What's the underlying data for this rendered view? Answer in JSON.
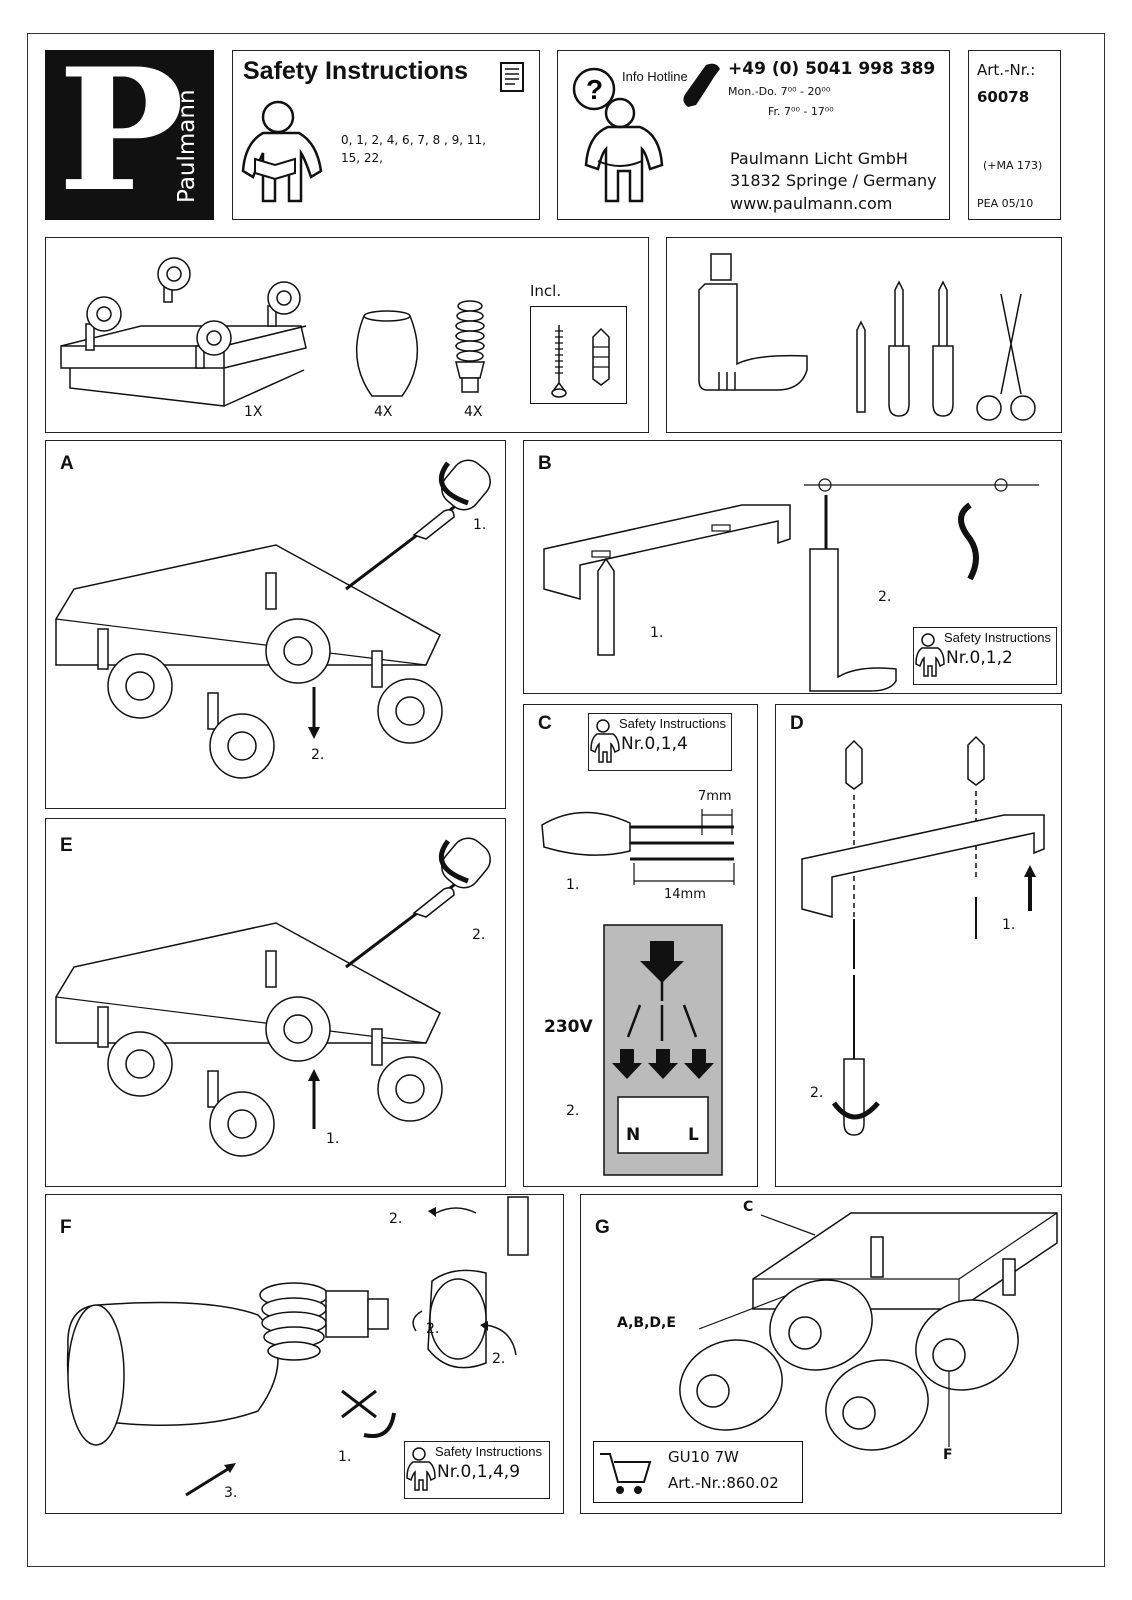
{
  "brand": {
    "initial": "P",
    "name": "Paulmann"
  },
  "safety": {
    "title": "Safety Instructions",
    "numbers_line1": "0, 1, 2, 4, 6, 7, 8 , 9, 11,",
    "numbers_line2": "15, 22,"
  },
  "contact": {
    "hotline_label": "Info Hotline",
    "phone": "+49 (0) 5041 998 389",
    "hours_1": "Mon.-Do. 7⁰⁰ - 20⁰⁰",
    "hours_2": "Fr.  7⁰⁰ - 17⁰⁰",
    "company": "Paulmann Licht GmbH",
    "address": "31832 Springe / Germany",
    "website": "www.paulmann.com"
  },
  "article": {
    "label": "Art.-Nr.:",
    "number": "60078",
    "ma": "(+MA 173)",
    "pea": "PEA 05/10"
  },
  "contents": {
    "fixture_qty": "1X",
    "glass_qty": "4X",
    "bulb_qty": "4X",
    "incl_label": "Incl."
  },
  "panels": {
    "A": {
      "label": "A",
      "step1": "1.",
      "step2": "2."
    },
    "B": {
      "label": "B",
      "step1": "1.",
      "step2": "2.",
      "safety_caption": "Safety Instructions",
      "safety_nums": "Nr.0,1,2"
    },
    "C": {
      "label": "C",
      "safety_caption": "Safety Instructions",
      "safety_nums": "Nr.0,1,4",
      "strip_short": "7mm",
      "strip_long": "14mm",
      "step1": "1.",
      "voltage": "230V",
      "step2": "2.",
      "term_n": "N",
      "term_l": "L"
    },
    "D": {
      "label": "D",
      "step1": "1.",
      "step2": "2."
    },
    "E": {
      "label": "E",
      "step1": "1.",
      "step2": "2."
    },
    "F": {
      "label": "F",
      "step2a": "2.",
      "step2b": "2.",
      "step2c": "2.",
      "step1": "1.",
      "step3": "3.",
      "safety_caption": "Safety Instructions",
      "safety_nums": "Nr.0,1,4,9"
    },
    "G": {
      "label": "G",
      "callout_c": "C",
      "callout_abde": "A,B,D,E",
      "callout_f": "F",
      "lamp_type": "GU10   7W",
      "lamp_art": "Art.-Nr.:860.02"
    }
  }
}
